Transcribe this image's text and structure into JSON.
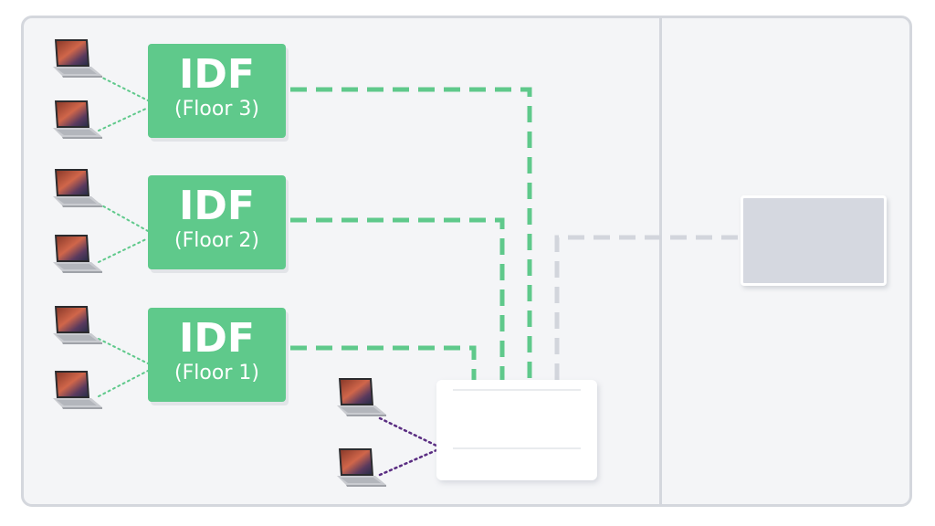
{
  "idf_boxes": [
    {
      "title": "IDF",
      "subtitle": "(Floor 3)"
    },
    {
      "title": "IDF",
      "subtitle": "(Floor 2)"
    },
    {
      "title": "IDF",
      "subtitle": "(Floor 1)"
    }
  ],
  "colors": {
    "idf_green": "#5fc98b",
    "uplink_green": "#5fc98b",
    "device_link_green": "#5fc98b",
    "device_link_purple": "#5a2d82",
    "external_link_gray": "#d2d5dc",
    "panel_background": "#f4f5f7",
    "frame_border": "#d4d7dd",
    "external_box": "#d5d8e0"
  },
  "icons": {
    "endpoint": "laptop-icon"
  }
}
